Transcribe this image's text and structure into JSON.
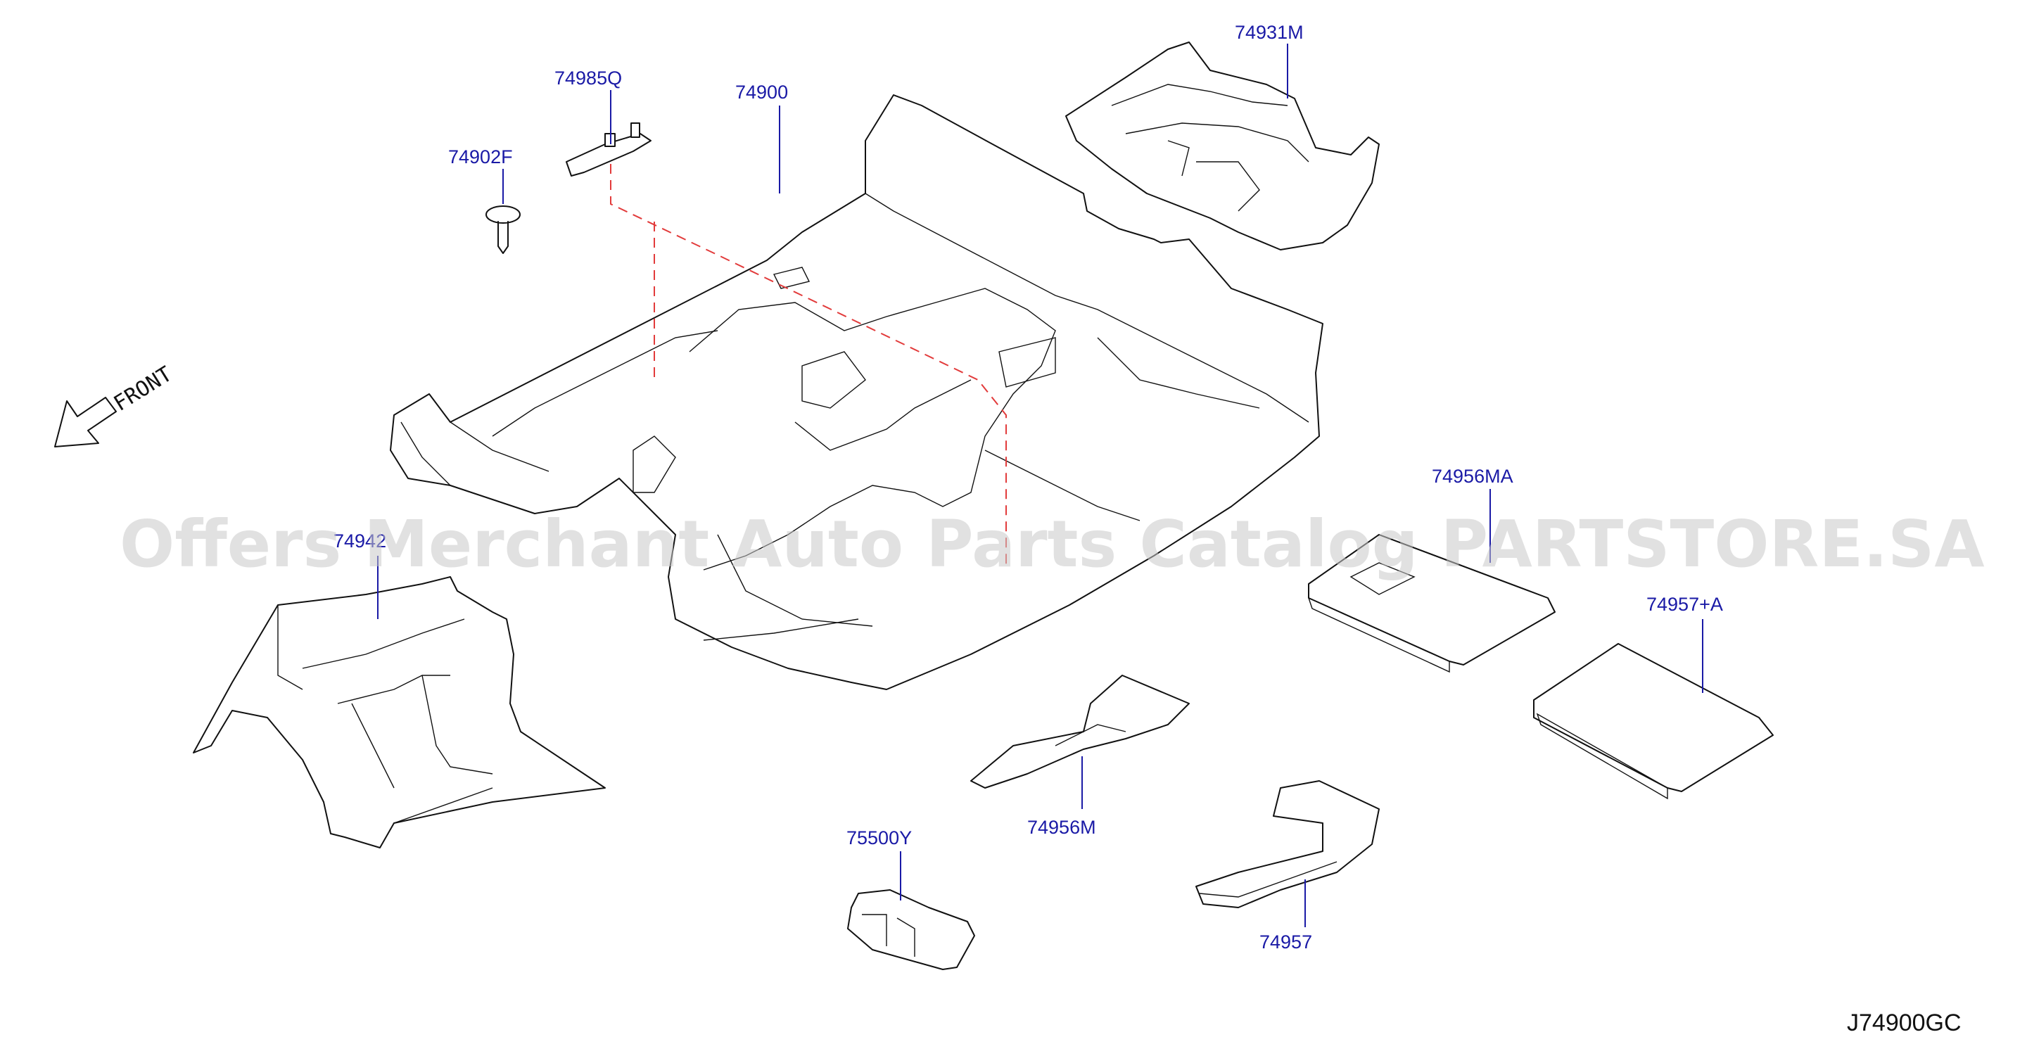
{
  "diagram": {
    "code": "J74900GC",
    "front_label": "FRONT",
    "watermark": "Offers Merchant Auto Parts Catalog PARTSTORE.SA",
    "parts": [
      {
        "id": "p74985q",
        "number": "74985Q"
      },
      {
        "id": "p74900",
        "number": "74900"
      },
      {
        "id": "p74931m",
        "number": "74931M"
      },
      {
        "id": "p74902f",
        "number": "74902F"
      },
      {
        "id": "p74942",
        "number": "74942"
      },
      {
        "id": "p74956ma",
        "number": "74956MA"
      },
      {
        "id": "p74957a",
        "number": "74957+A"
      },
      {
        "id": "p75500y",
        "number": "75500Y"
      },
      {
        "id": "p74956m",
        "number": "74956M"
      },
      {
        "id": "p74957",
        "number": "74957"
      }
    ]
  }
}
